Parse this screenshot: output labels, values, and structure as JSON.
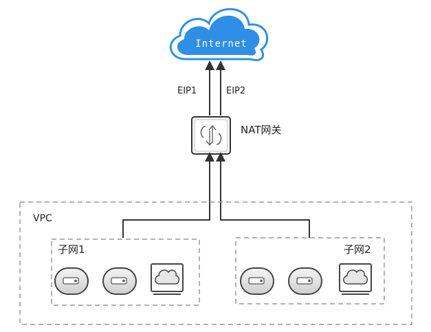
{
  "internet": {
    "label": "Internet"
  },
  "eips": [
    "EIP1",
    "EIP2"
  ],
  "nat_gateway": {
    "label": "NAT网关"
  },
  "vpc": {
    "label": "VPC",
    "subnets": [
      {
        "label": "子网1",
        "devices": [
          "server-icon",
          "server-icon",
          "monitor-icon"
        ]
      },
      {
        "label": "子网2",
        "devices": [
          "server-icon",
          "server-icon",
          "monitor-icon"
        ]
      }
    ]
  },
  "colors": {
    "cloud_fill": "#2f8fe6",
    "cloud_inner": "#5aacf2",
    "line": "#333333",
    "dashed": "#999999",
    "device_stroke": "#444444",
    "device_fill": "#e6e6e6"
  }
}
